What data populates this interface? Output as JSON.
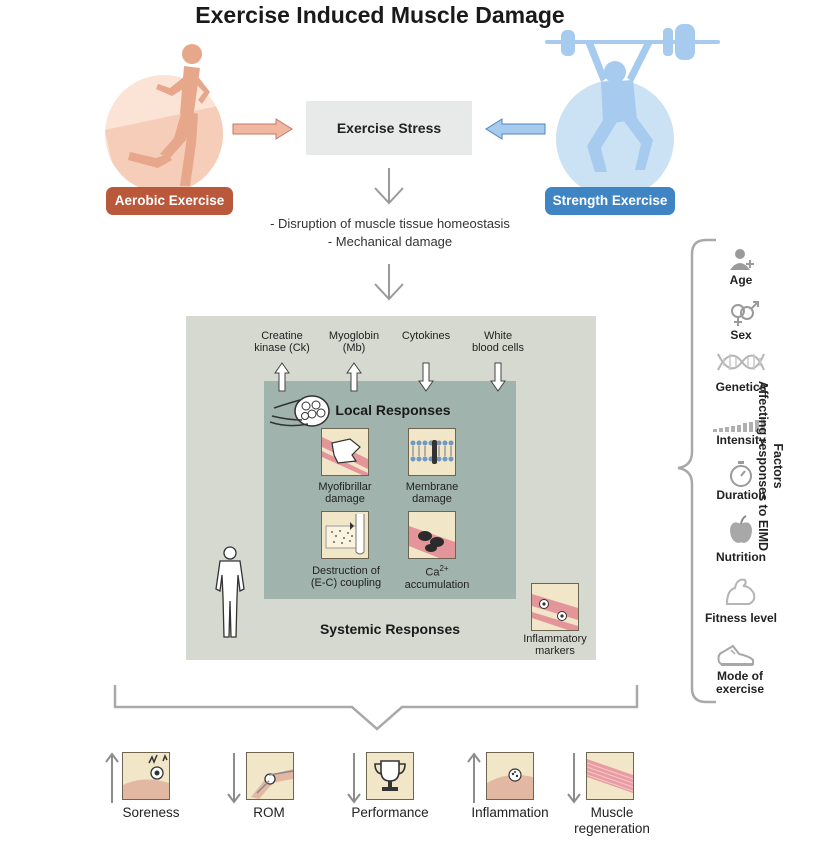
{
  "title": "Exercise Induced Muscle Damage",
  "aerobic": {
    "label": "Aerobic Exercise",
    "color": "#b9583a"
  },
  "strength": {
    "label": "Strength Exercise",
    "color": "#3f85c4"
  },
  "stress": "Exercise Stress",
  "disruption": [
    "- Disruption of muscle tissue homeostasis",
    "- Mechanical damage"
  ],
  "markers": [
    {
      "l1": "Creatine",
      "l2": "kinase (Ck)"
    },
    {
      "l1": "Myoglobin",
      "l2": "(Mb)"
    },
    {
      "l1": "Cytokines",
      "l2": ""
    },
    {
      "l1": "White",
      "l2": "blood cells"
    }
  ],
  "local_title": "Local Responses",
  "local_items": [
    {
      "l1": "Myofibrillar",
      "l2": "damage"
    },
    {
      "l1": "Membrane",
      "l2": "damage"
    },
    {
      "l1": "Destruction of",
      "l2": "(E-C) coupling"
    },
    {
      "l1": "Ca",
      "sup": "2+",
      "l2": "accumulation"
    }
  ],
  "systemic_title": "Systemic Responses",
  "inflammatory": {
    "l1": "Inflammatory",
    "l2": "markers"
  },
  "factors": [
    "Age",
    "Sex",
    "Genetics",
    "Intensity",
    "Duration",
    "Nutrition",
    "Fitness level",
    "Mode of exercise"
  ],
  "factors_title": [
    "Factors",
    "Affecting responses to EIMD"
  ],
  "outcomes": [
    {
      "label": "Soreness",
      "dir": "up"
    },
    {
      "label": "ROM",
      "dir": "down"
    },
    {
      "label": "Performance",
      "dir": "down"
    },
    {
      "label": "Inflammation",
      "dir": "up"
    },
    {
      "label": "Muscle regeneration",
      "dir": "down"
    }
  ]
}
